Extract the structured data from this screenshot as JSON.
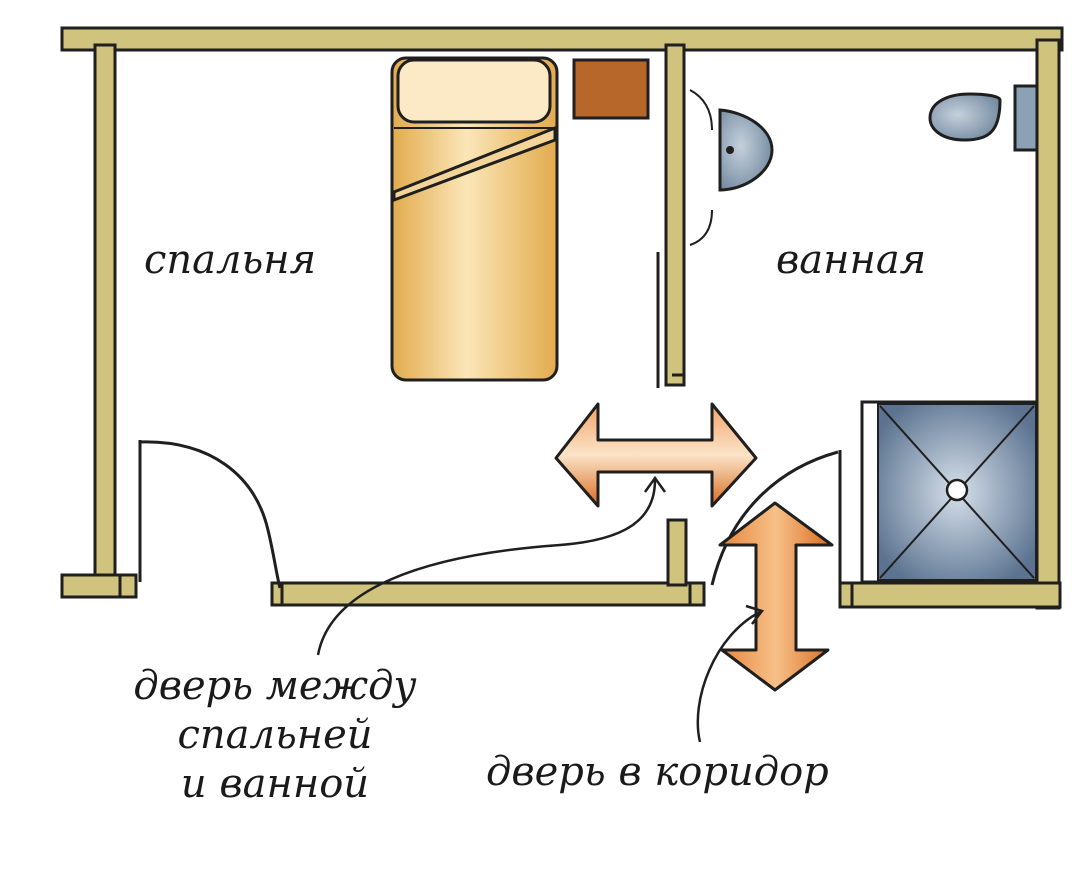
{
  "rooms": {
    "bedroom": "спальня",
    "bathroom": "ванная"
  },
  "notes": {
    "door_between_line1": "дверь между",
    "door_between_line2": "спальней",
    "door_between_line3": "и ванной",
    "door_corridor": "дверь в коридор"
  },
  "colors": {
    "wall_fill": "#cfc37e",
    "wall_outline": "#1f1f1f",
    "bed_fill": "#e4b25a",
    "nightstand": "#b8672b",
    "fixture": "#7d93a8",
    "shower": "#5d7692",
    "arrow": "#e07a2c"
  }
}
